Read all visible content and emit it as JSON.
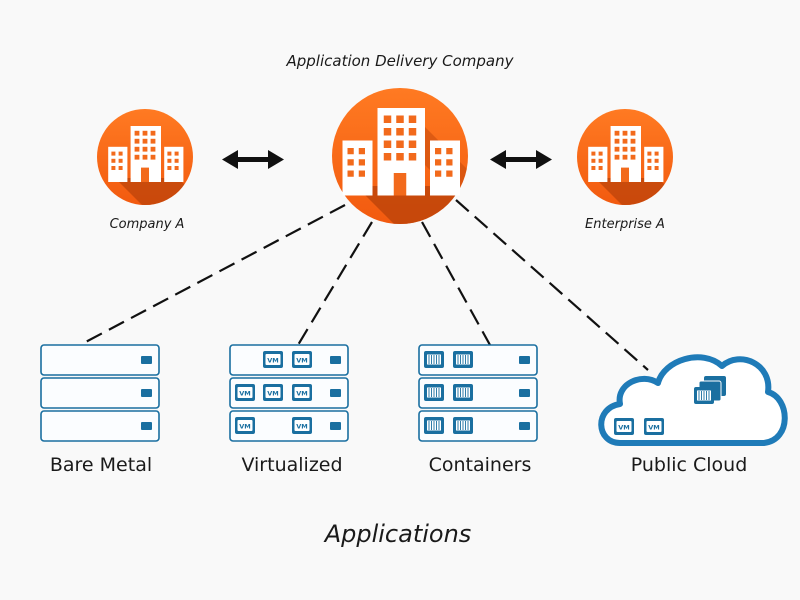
{
  "top_title": "Application Delivery Company",
  "peers": {
    "left": "Company A",
    "right": "Enterprise A"
  },
  "targets": [
    {
      "label": "Bare Metal"
    },
    {
      "label": "Virtualized"
    },
    {
      "label": "Containers"
    },
    {
      "label": "Public Cloud"
    }
  ],
  "vm_tag": "VM",
  "footer": "Applications",
  "colors": {
    "orange": "#ff6a1a",
    "orange_dark": "#e4530b",
    "shadow": "#b8420a",
    "blue": "#1a6fa0",
    "cloud_blue": "#1f7bb8"
  }
}
